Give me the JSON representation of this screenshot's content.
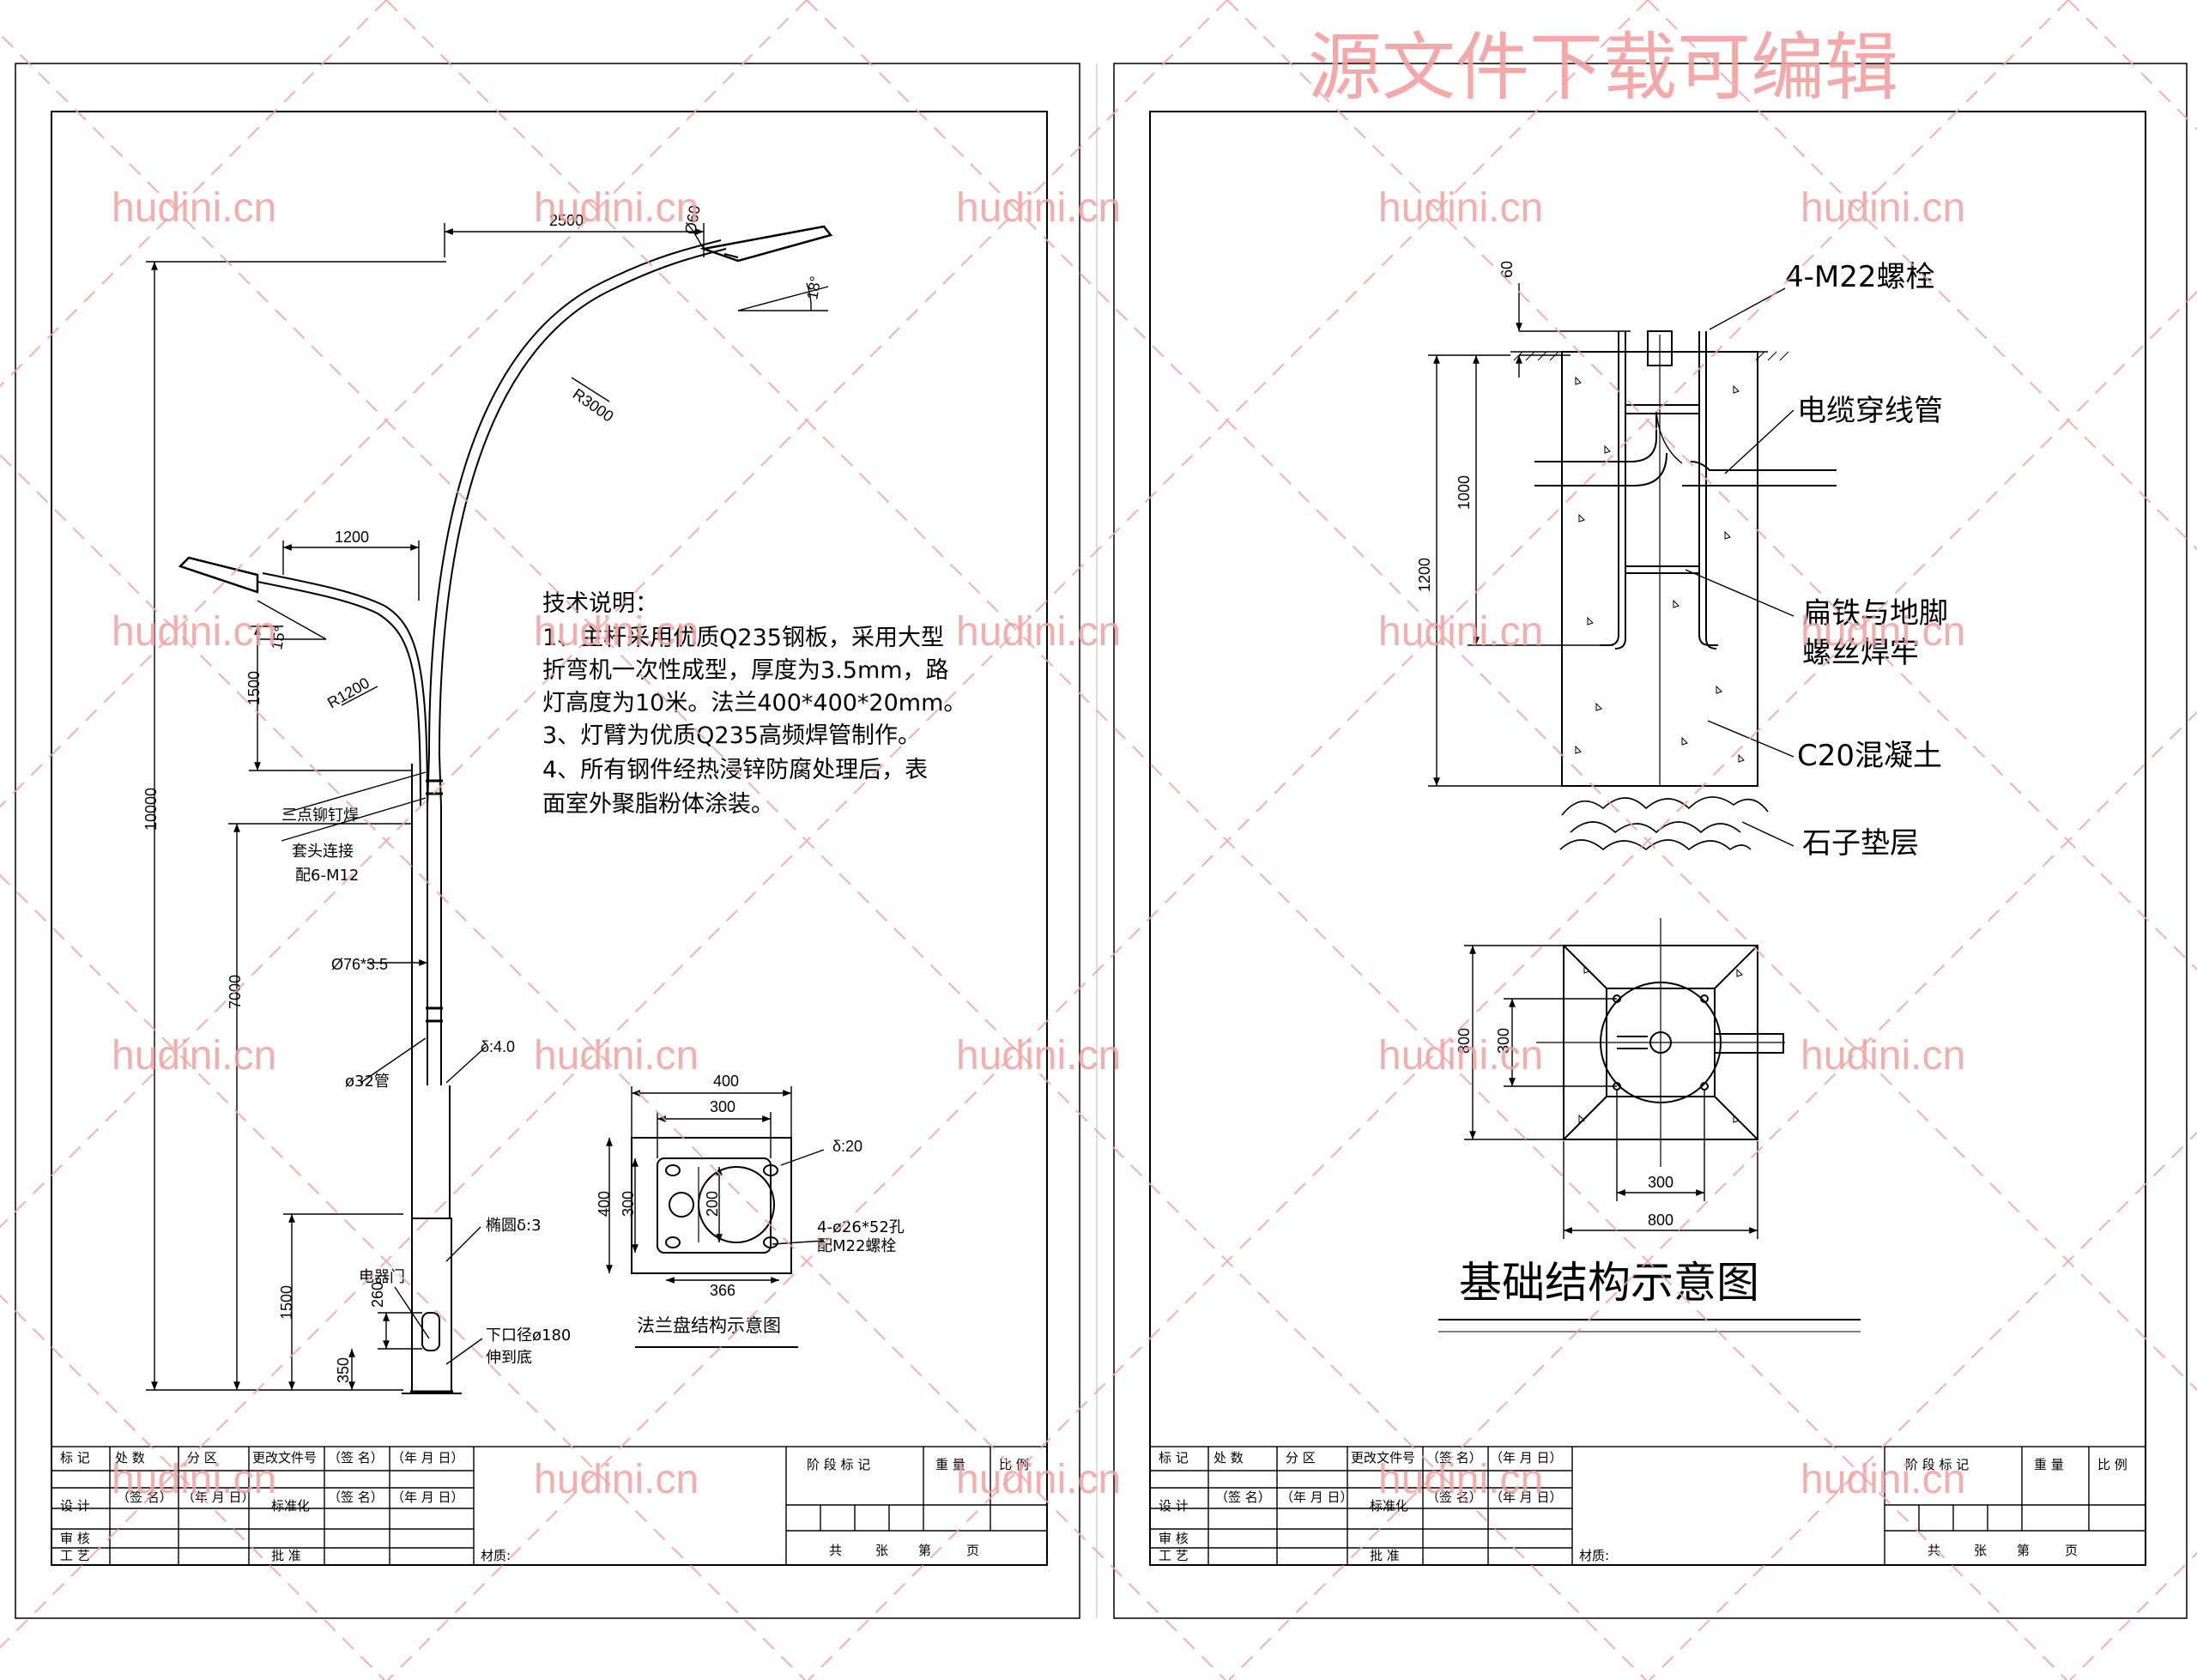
{
  "watermark": {
    "banner": "源文件下载可编辑",
    "site": "hudini.cn",
    "color": "#f2a0a0"
  },
  "left_sheet": {
    "dims": {
      "arm_upper_len": "2500",
      "arm_upper_dia": "Ø60",
      "arm_upper_tilt": "18°",
      "arm_upper_radius": "R3000",
      "arm_lower_len": "1200",
      "arm_lower_tilt": "15°",
      "arm_lower_radius": "R1200",
      "arm_lower_height": "1500",
      "total_height": "10000",
      "mid_height": "7000",
      "base_height": "1500",
      "door_height": "260",
      "door_offset": "350"
    },
    "labels": {
      "rivet": "三点铆钉焊",
      "socket": "套头连接",
      "bolts": "配6-M12",
      "pipe_main": "Ø76*3.5",
      "pipe_small": "ø32管",
      "wall": "δ:4.0",
      "oval": "椭圆δ:3",
      "door": "电器门",
      "bottom_dia": "下口径ø180",
      "bottom_note": "伸到底"
    },
    "notes": {
      "title": "技术说明：",
      "lines": [
        "1、主杆采用优质Q235钢板，采用大型",
        "折弯机一次性成型，厚度为3.5mm，路",
        "灯高度为10米。法兰400*400*20mm。",
        "3、灯臂为优质Q235高频焊管制作。",
        "4、所有钢件经热浸锌防腐处理后，表",
        "面室外聚脂粉体涂装。"
      ]
    },
    "flange": {
      "w400": "400",
      "w300": "300",
      "h400": "400",
      "h300": "300",
      "d200": "200",
      "w366": "366",
      "thick": "δ:20",
      "holes": "4-ø26*52孔",
      "bolts": "配M22螺栓",
      "caption": "法兰盘结构示意图"
    }
  },
  "right_sheet": {
    "labels": {
      "bolts": "4-M22螺栓",
      "conduit": "电缆穿线管",
      "weld_1": "扁铁与地脚",
      "weld_2": "螺丝焊牢",
      "concrete": "C20混凝土",
      "gravel": "石子垫层"
    },
    "dims": {
      "d60": "60",
      "d1000": "1000",
      "d1200": "1200",
      "p800": "800",
      "p300": "300",
      "b300": "300",
      "b800": "800"
    },
    "title": "基础结构示意图"
  },
  "title_block": {
    "mark": "标 记",
    "count": "处 数",
    "zone": "分 区",
    "doc_no": "更改文件号",
    "sign": "（签 名）",
    "date": "（年 月 日）",
    "design": "设 计",
    "standard": "标准化",
    "review": "审 核",
    "process": "工 艺",
    "approve": "批 准",
    "material": "材质:",
    "stage_mark": "阶 段 标 记",
    "weight": "重 量",
    "scale": "比 例",
    "total": "共",
    "sheet": "张",
    "number": "第",
    "page": "页"
  }
}
